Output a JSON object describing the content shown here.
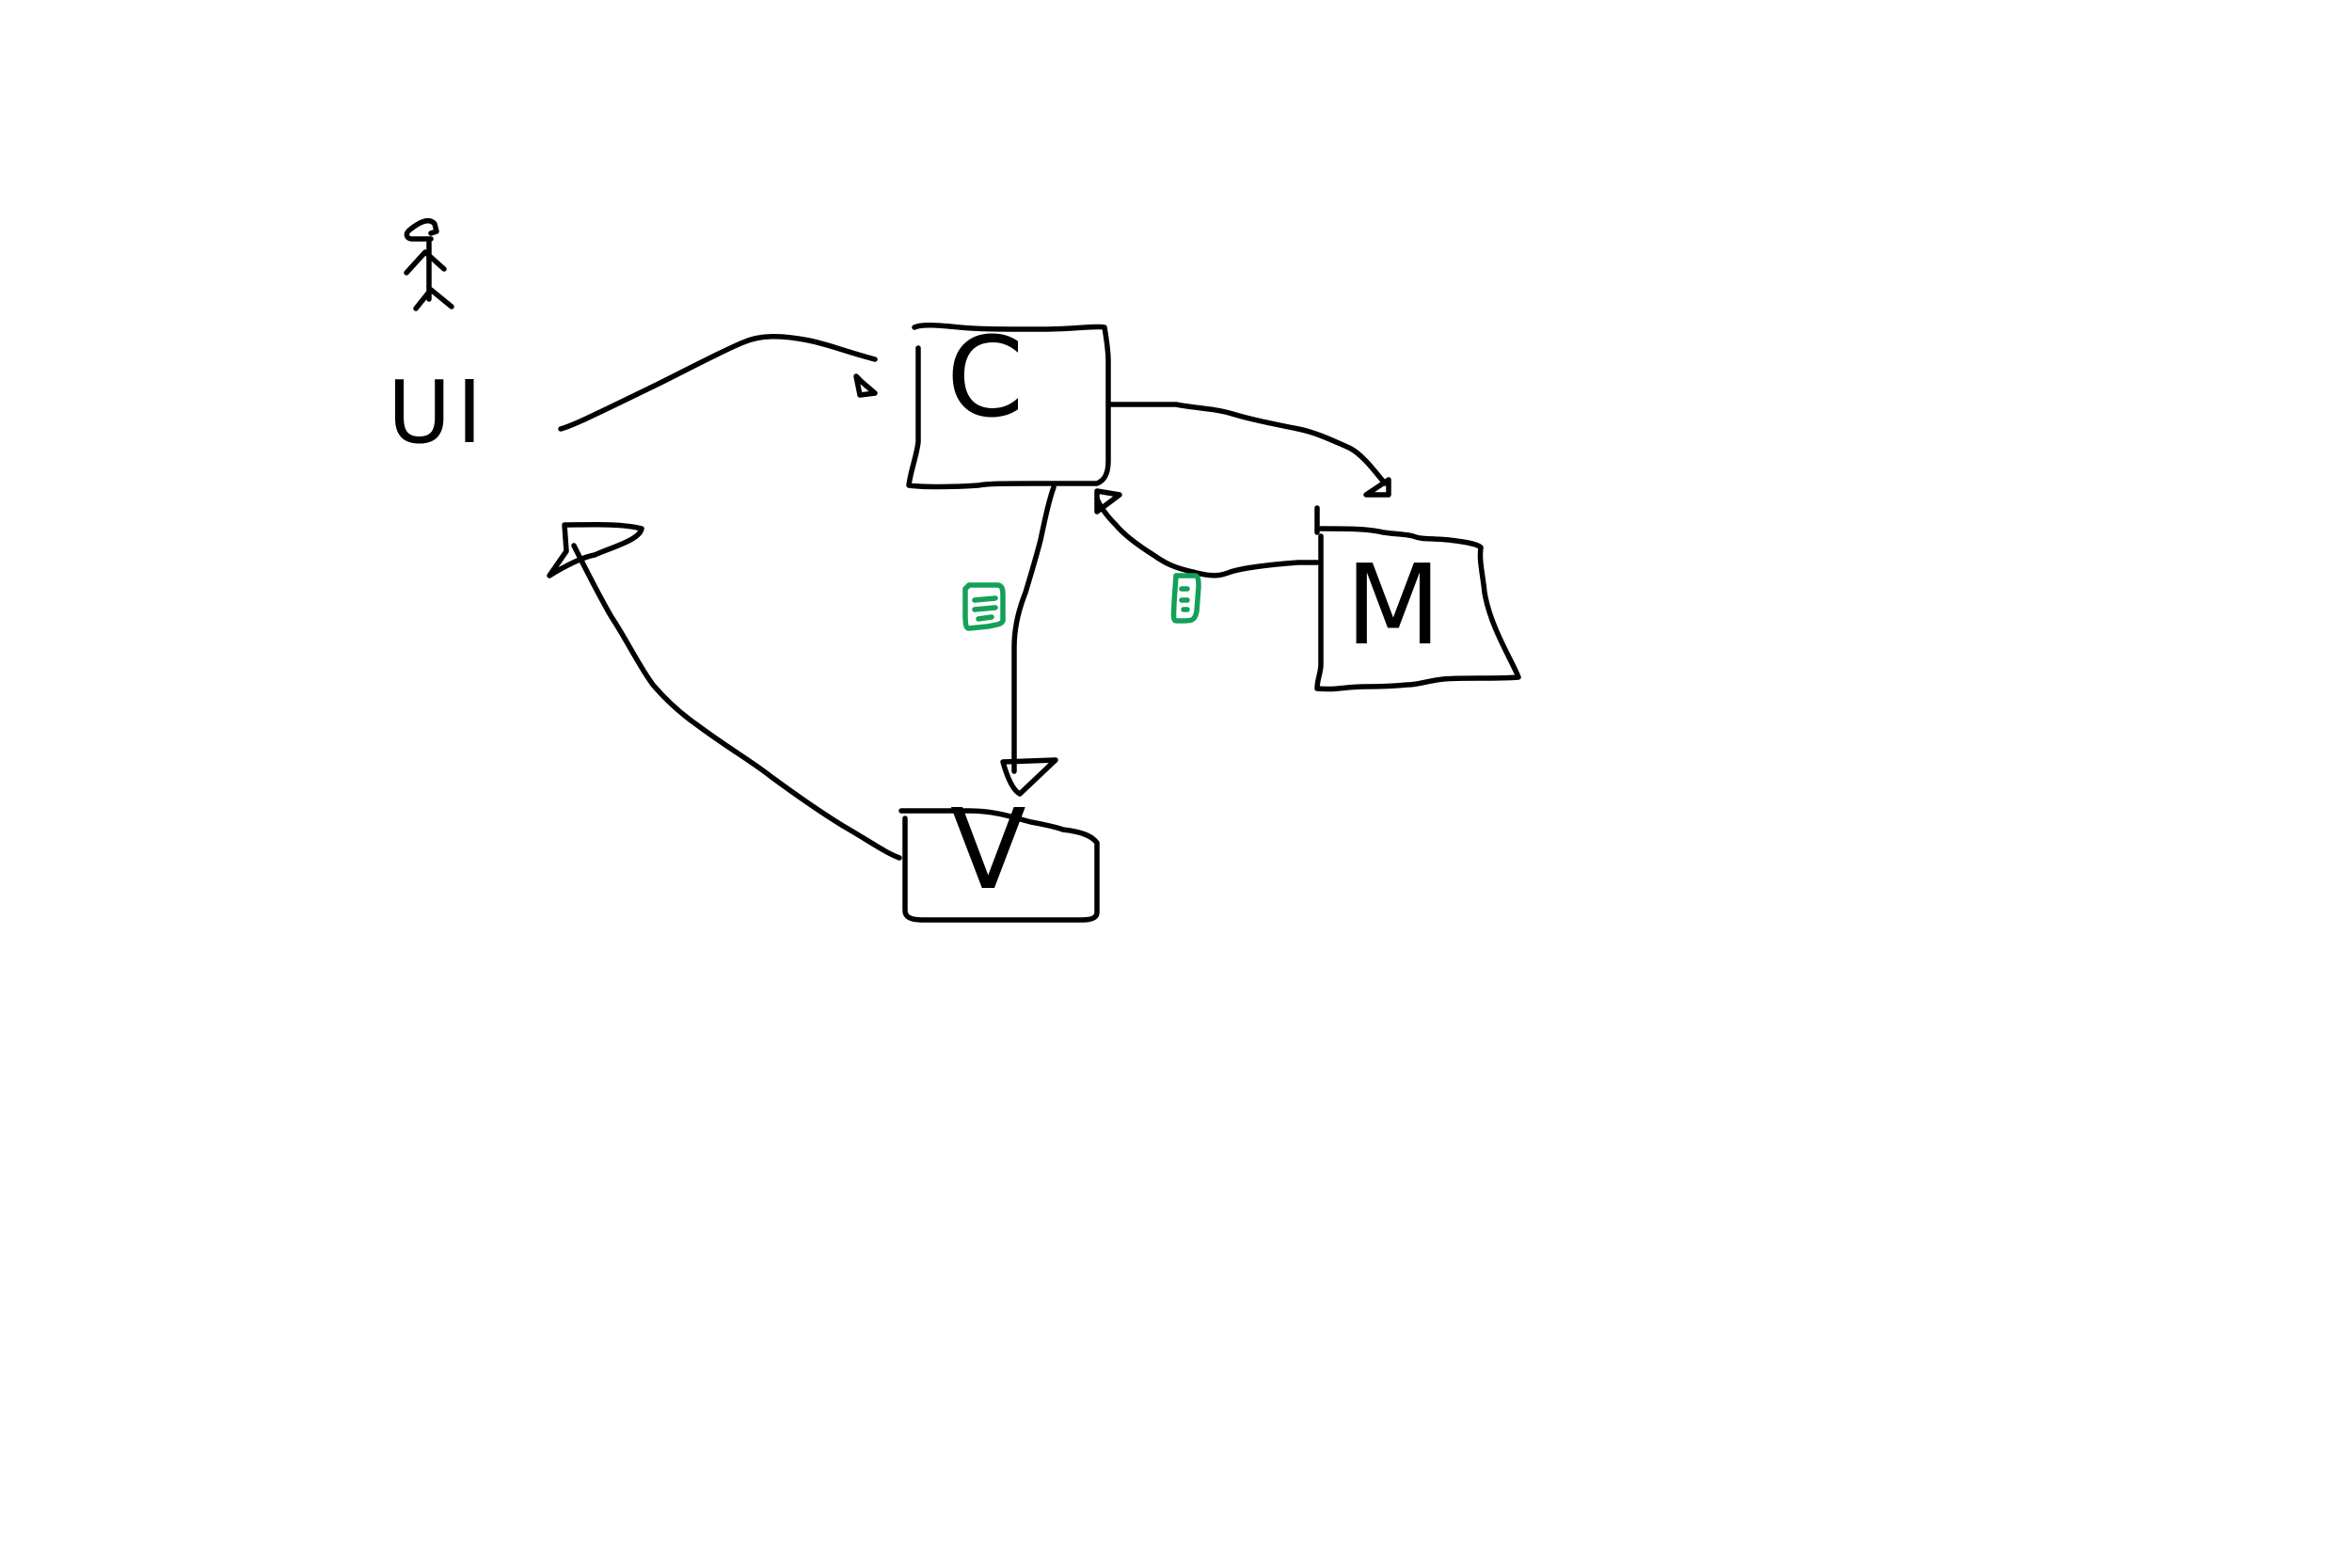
{
  "diagram": {
    "ink_color": "#000000",
    "note_color": "#14a058",
    "actor": {
      "name": "actor",
      "label": "UI"
    },
    "nodes": [
      {
        "name": "controller-box",
        "label": "C"
      },
      {
        "name": "model-box",
        "label": "M"
      },
      {
        "name": "view-box",
        "label": "V"
      }
    ],
    "edges": [
      {
        "name": "edge-ui-to-controller",
        "from": "UI",
        "to": "C"
      },
      {
        "name": "edge-controller-to-model",
        "from": "C",
        "to": "M"
      },
      {
        "name": "edge-model-to-controller",
        "from": "M",
        "to": "C"
      },
      {
        "name": "edge-controller-to-view",
        "from": "C",
        "to": "V"
      },
      {
        "name": "edge-view-to-ui",
        "from": "V",
        "to": "UI"
      }
    ],
    "notes": [
      {
        "name": "document-icon-controller-view",
        "icon": "document-icon"
      },
      {
        "name": "document-icon-model-controller",
        "icon": "document-icon"
      }
    ]
  }
}
